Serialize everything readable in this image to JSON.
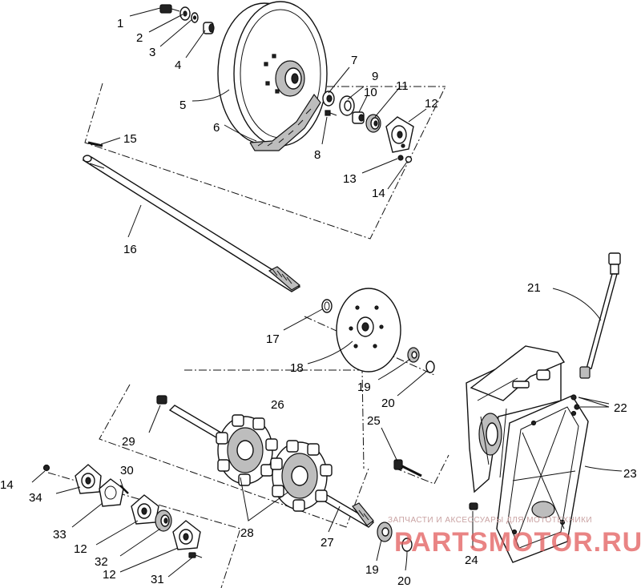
{
  "callouts": [
    {
      "id": "c1",
      "text": "1"
    },
    {
      "id": "c2",
      "text": "2"
    },
    {
      "id": "c3",
      "text": "3"
    },
    {
      "id": "c4",
      "text": "4"
    },
    {
      "id": "c5",
      "text": "5"
    },
    {
      "id": "c6",
      "text": "6"
    },
    {
      "id": "c7",
      "text": "7"
    },
    {
      "id": "c8",
      "text": "8"
    },
    {
      "id": "c9",
      "text": "9"
    },
    {
      "id": "c10",
      "text": "10"
    },
    {
      "id": "c11",
      "text": "11"
    },
    {
      "id": "c12a",
      "text": "12"
    },
    {
      "id": "c13",
      "text": "13"
    },
    {
      "id": "c14a",
      "text": "14"
    },
    {
      "id": "c15",
      "text": "15"
    },
    {
      "id": "c16",
      "text": "16"
    },
    {
      "id": "c17",
      "text": "17"
    },
    {
      "id": "c18",
      "text": "18"
    },
    {
      "id": "c19a",
      "text": "19"
    },
    {
      "id": "c20a",
      "text": "20"
    },
    {
      "id": "c21",
      "text": "21"
    },
    {
      "id": "c22",
      "text": "22"
    },
    {
      "id": "c23",
      "text": "23"
    },
    {
      "id": "c24",
      "text": "24"
    },
    {
      "id": "c25",
      "text": "25"
    },
    {
      "id": "c26",
      "text": "26"
    },
    {
      "id": "c27",
      "text": "27"
    },
    {
      "id": "c28",
      "text": "28"
    },
    {
      "id": "c29",
      "text": "29"
    },
    {
      "id": "c30",
      "text": "30"
    },
    {
      "id": "c31",
      "text": "31"
    },
    {
      "id": "c32",
      "text": "32"
    },
    {
      "id": "c33",
      "text": "33"
    },
    {
      "id": "c34",
      "text": "34"
    },
    {
      "id": "c12b",
      "text": "12"
    },
    {
      "id": "c12c",
      "text": "12"
    },
    {
      "id": "c14b",
      "text": "14"
    },
    {
      "id": "c19b",
      "text": "19"
    },
    {
      "id": "c20b",
      "text": "20"
    }
  ],
  "watermark": {
    "caption": "ЗАПЧАСТИ И АКСЕССУАРЫ ДЛЯ МОТОТЕХНИКИ",
    "brand": "PARTSMOTOR.RU"
  }
}
